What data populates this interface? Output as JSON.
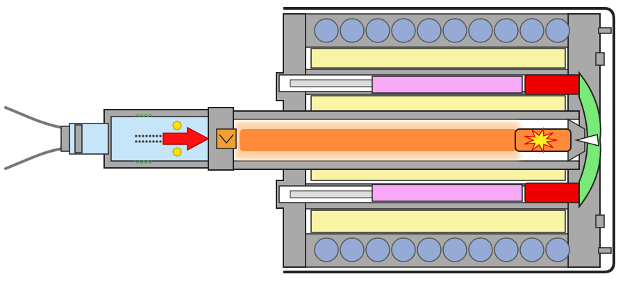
{
  "diagram": {
    "kind": "cutaway",
    "text_labels": []
  },
  "colors": {
    "casing_gray": "#a9a9a9",
    "casing_outline": "#222222",
    "inner_white": "#ffffff",
    "round_cell": "#95abd6",
    "cylinder_fill": "#f8f4a4",
    "rod_pink": "#f7a8f7",
    "block_red": "#ee0000",
    "cap_green": "#77ea77",
    "channel_orange": "#ff8a3a",
    "channel_glow": "#ffd2a6",
    "head_blue": "#c6e5f8",
    "arrow_red": "#ff1111",
    "dot_yellow": "#ffe100",
    "coupler_orange": "#f0a030",
    "burst_yellow": "#ffee22",
    "spring_green": "#5aa85a",
    "cable_gray": "#777777"
  },
  "parts": [
    {
      "name": "outer-housing"
    },
    {
      "name": "round-cell-rows"
    },
    {
      "name": "cylinder-bands"
    },
    {
      "name": "pink-rods"
    },
    {
      "name": "red-blocks"
    },
    {
      "name": "green-end-cap"
    },
    {
      "name": "central-tube"
    },
    {
      "name": "orange-channel"
    },
    {
      "name": "burst-mark"
    },
    {
      "name": "blue-head-assembly"
    },
    {
      "name": "red-arrow"
    },
    {
      "name": "cables"
    }
  ],
  "counts": {
    "cells_per_row": 10
  }
}
